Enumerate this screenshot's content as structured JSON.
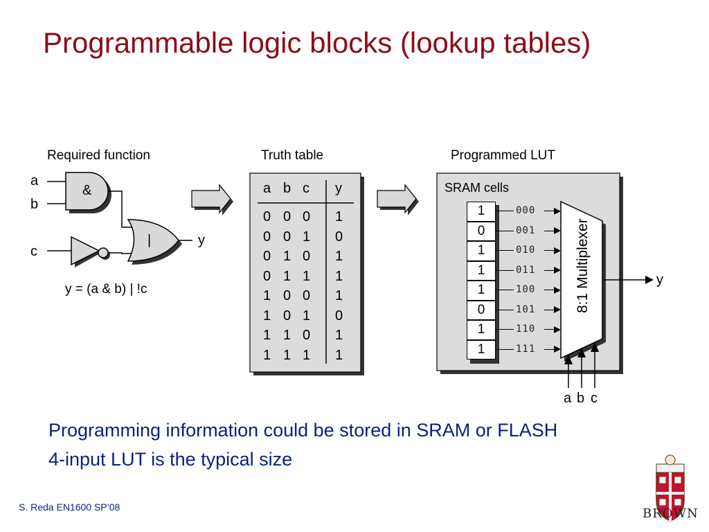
{
  "title": "Programmable logic blocks (lookup tables)",
  "sections": {
    "required": "Required function",
    "truth": "Truth table",
    "lut": "Programmed LUT"
  },
  "gate_diagram": {
    "inputs": [
      "a",
      "b",
      "c"
    ],
    "and_symbol": "&",
    "or_symbol": "|",
    "output": "y",
    "equation": "y = (a & b) | !c"
  },
  "truth_table": {
    "headers": [
      "a",
      "b",
      "c",
      "y"
    ],
    "rows": [
      [
        "0",
        "0",
        "0",
        "1"
      ],
      [
        "0",
        "0",
        "1",
        "0"
      ],
      [
        "0",
        "1",
        "0",
        "1"
      ],
      [
        "0",
        "1",
        "1",
        "1"
      ],
      [
        "1",
        "0",
        "0",
        "1"
      ],
      [
        "1",
        "0",
        "1",
        "0"
      ],
      [
        "1",
        "1",
        "0",
        "1"
      ],
      [
        "1",
        "1",
        "1",
        "1"
      ]
    ]
  },
  "lut": {
    "sram_label": "SRAM cells",
    "cells": [
      "1",
      "0",
      "1",
      "1",
      "1",
      "0",
      "1",
      "1"
    ],
    "addresses": [
      "000",
      "001",
      "010",
      "011",
      "100",
      "101",
      "110",
      "111"
    ],
    "mux_label": "8:1 Multiplexer",
    "output": "y",
    "selects": [
      "a",
      "b",
      "c"
    ]
  },
  "bullets": [
    "Programming information could be stored in SRAM or FLASH",
    "4-input LUT is the typical size"
  ],
  "footer": "S. Reda EN1600 SP’08",
  "logo": {
    "text": "BROWN",
    "shield_color": "#c8102e"
  },
  "colors": {
    "title": "#8b0d1a",
    "body_text": "#0b1f7e"
  }
}
